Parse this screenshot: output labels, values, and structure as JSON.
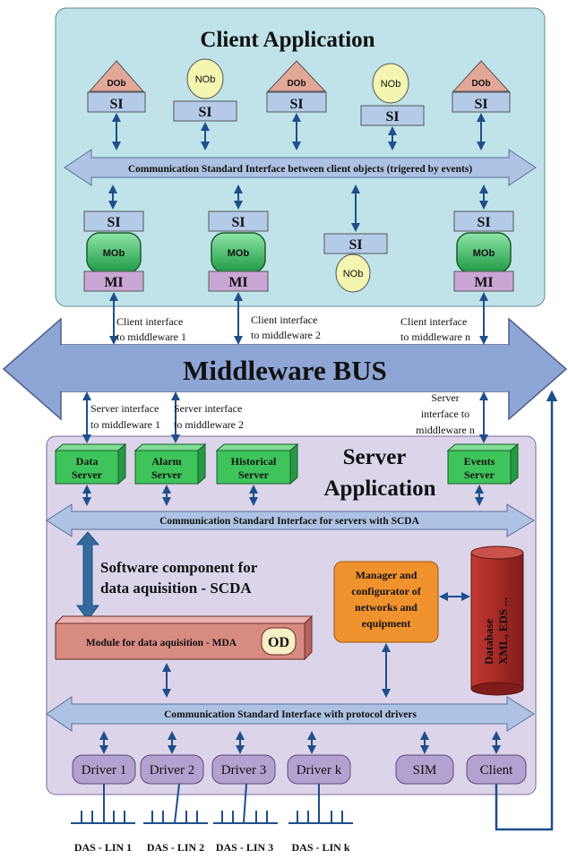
{
  "client": {
    "title": "Client Application",
    "top_objects": [
      {
        "kind": "DOb",
        "si": "SI"
      },
      {
        "kind": "NOb",
        "si": "SI"
      },
      {
        "kind": "DOb",
        "si": "SI"
      },
      {
        "kind": "NOb",
        "si": "SI"
      },
      {
        "kind": "DOb",
        "si": "SI"
      }
    ],
    "bus_label": "Communication Standard Interface between client objects (trigered by events)",
    "bottom_objects": [
      {
        "si": "SI",
        "kind": "MOb",
        "mi": "MI"
      },
      {
        "si": "SI",
        "kind": "MOb",
        "mi": "MI"
      },
      {
        "si": "SI",
        "kind": "NOb"
      },
      {
        "si": "SI",
        "kind": "MOb",
        "mi": "MI"
      }
    ],
    "interfaces": [
      {
        "line1": "Client interface",
        "line2": "to middleware 1"
      },
      {
        "line1": "Client interface",
        "line2": "to middleware 2"
      },
      {
        "line1": "Client interface",
        "line2": "to middleware n"
      }
    ]
  },
  "middleware": {
    "label": "Middleware BUS"
  },
  "server": {
    "title_line1": "Server",
    "title_line2": "Application",
    "interfaces": [
      {
        "lines": [
          "Server interface",
          "to middleware 1"
        ]
      },
      {
        "lines": [
          "Server interface",
          "to middleware 2"
        ]
      },
      {
        "lines": [
          "Server",
          "interface to",
          "middleware n"
        ]
      }
    ],
    "servers": [
      {
        "line1": "Data",
        "line2": "Server"
      },
      {
        "line1": "Alarm",
        "line2": "Server"
      },
      {
        "line1": "Historical",
        "line2": "Server"
      },
      {
        "line1": "Events",
        "line2": "Server"
      }
    ],
    "scda_bus_label": "Communication Standard Interface for servers with SCDA",
    "scda_line1": "Software component for",
    "scda_line2": "data aquisition - SCDA",
    "mda_label": "Module for data aquisition - MDA",
    "od_label": "OD",
    "manager_lines": [
      "Manager and",
      "configurator of",
      "networks and",
      "equipment"
    ],
    "database_line1": "Database",
    "database_line2": "XML, EDS ...",
    "driver_bus_label": "Communication Standard Interface with protocol drivers",
    "drivers": [
      "Driver 1",
      "Driver 2",
      "Driver 3",
      "Driver k",
      "SIM",
      "Client"
    ]
  },
  "das_labels": [
    "DAS - LIN 1",
    "DAS - LIN 2",
    "DAS - LIN 3",
    "DAS - LIN k"
  ],
  "colors": {
    "client_bg": "#bfe3e9",
    "server_bg": "#dcd5ea",
    "bus_fill": "#aec3e3",
    "middleware_fill": "#8ea6d6",
    "title_red": "#e8231f",
    "dob_fill": "#e2a897",
    "nob_fill": "#f3f5b0",
    "mob_fill": "#2fb55b",
    "si_fill": "#b4cbe8",
    "mi_fill": "#c9a6d3",
    "server_green": "#3ec45a",
    "mda_fill": "#d88b82",
    "manager_orange": "#f0922e",
    "db_red": "#a62a26",
    "driver_fill": "#b3a1cf",
    "arrow_blue": "#1f4e8c"
  }
}
